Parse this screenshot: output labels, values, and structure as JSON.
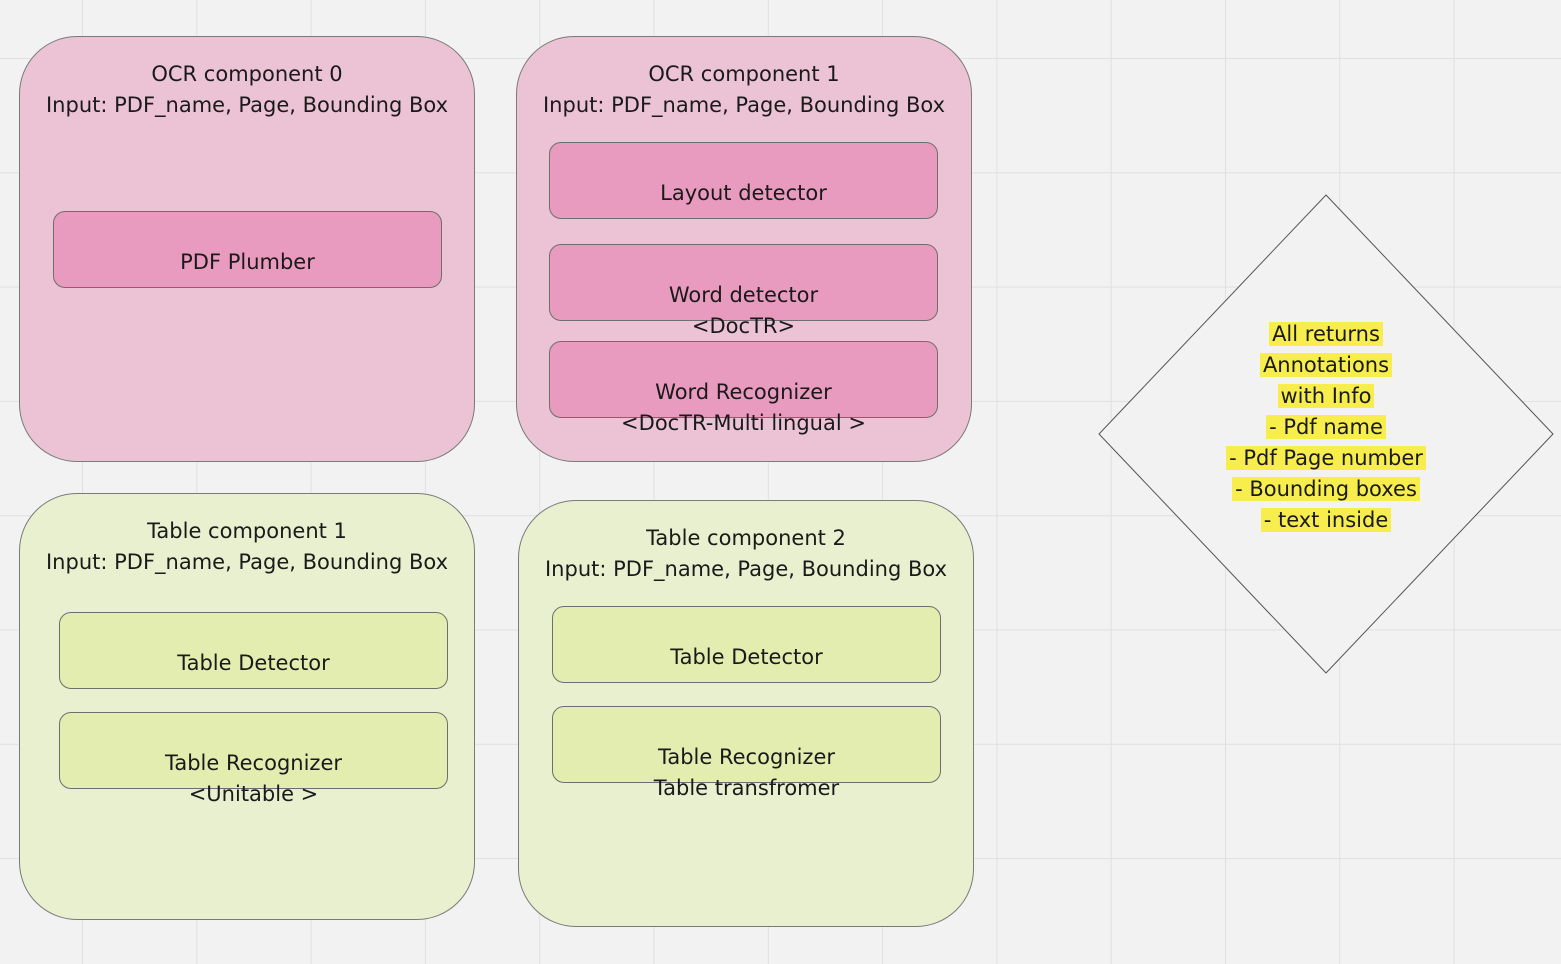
{
  "ocr0": {
    "title": "OCR component 0\nInput: PDF_name, Page, Bounding Box",
    "boxes": [
      "PDF Plumber"
    ]
  },
  "ocr1": {
    "title": "OCR component 1\nInput: PDF_name, Page, Bounding Box",
    "boxes": [
      "Layout detector",
      "Word detector\n<DocTR>",
      "Word Recognizer\n<DocTR-Multi lingual >"
    ]
  },
  "table1": {
    "title": "Table component 1\nInput: PDF_name, Page, Bounding Box",
    "boxes": [
      "Table Detector",
      "Table Recognizer\n<Unitable >"
    ]
  },
  "table2": {
    "title": "Table component 2\nInput: PDF_name, Page, Bounding Box",
    "boxes": [
      "Table Detector",
      "Table Recognizer\nTable transfromer"
    ]
  },
  "returns": {
    "lines": [
      "All returns",
      "Annotations",
      "with Info",
      "- Pdf name",
      "- Pdf Page number",
      "- Bounding boxes",
      "- text inside"
    ]
  },
  "colors": {
    "ocr_panel": "#ebc3d4",
    "ocr_box": "#e99bbf",
    "table_panel": "#e9f0cf",
    "table_box": "#e4edb0",
    "highlight": "#f7ee4d"
  }
}
